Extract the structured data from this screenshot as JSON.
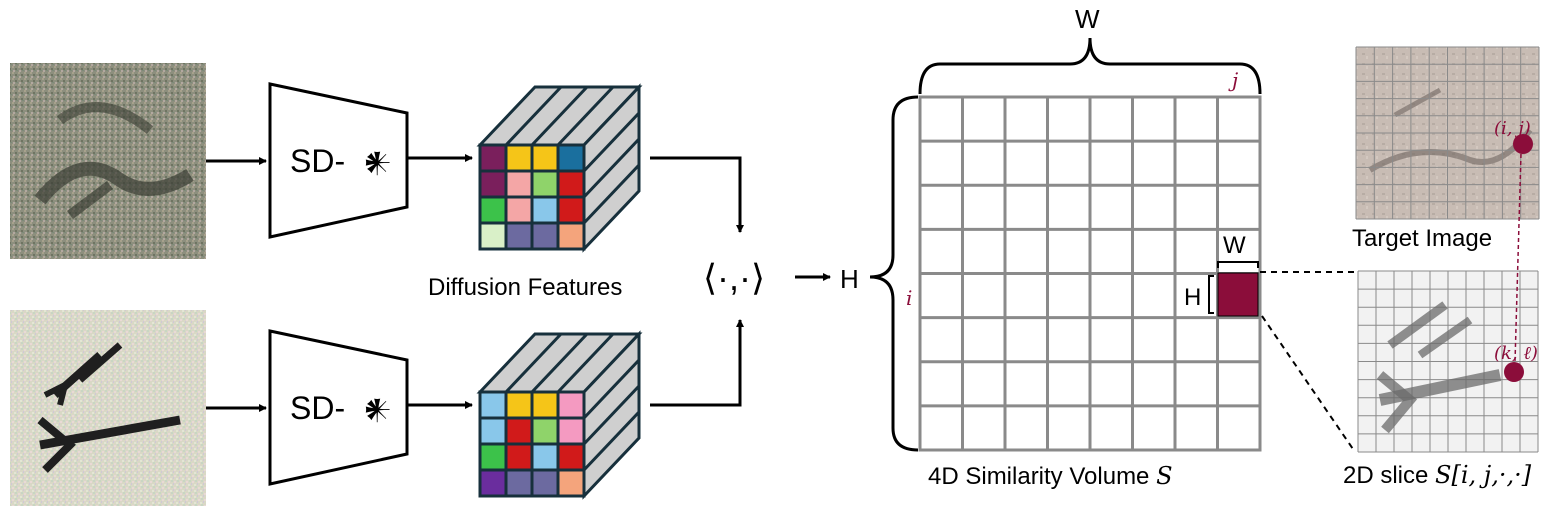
{
  "encoder": {
    "label": "SD-",
    "glyph": "𒀭"
  },
  "features_label": "Diffusion Features",
  "inner_product": "⟨·,·⟩",
  "volume": {
    "width_label": "W",
    "height_label": "H",
    "index_i": "i",
    "index_j": "j",
    "cell_width_label": "W",
    "cell_height_label": "H",
    "caption_text": "4D Similarity Volume ",
    "caption_symbol": "S",
    "rows": 8,
    "cols": 8
  },
  "target_image": {
    "label": "Target Image",
    "point_label": "(i, j)"
  },
  "slice": {
    "caption_text": "2D slice ",
    "caption_symbol": "S[i, j,·,·]",
    "point_label": "(k, ℓ)"
  },
  "cube_top": {
    "rows": [
      [
        "#7a1f5c",
        "#f5c518",
        "#f5c518",
        "#1a6f9e"
      ],
      [
        "#7a1f5c",
        "#f4a6a6",
        "#8fd36a",
        "#d11a1a"
      ],
      [
        "#3cc24a",
        "#f4a6a6",
        "#89c7ea",
        "#d11a1a"
      ],
      [
        "#d9f0c8",
        "#6c6aa0",
        "#6c6aa0",
        "#f4a47c"
      ]
    ]
  },
  "cube_bottom": {
    "rows": [
      [
        "#89c7ea",
        "#f5c518",
        "#f5c518",
        "#f49ac1"
      ],
      [
        "#89c7ea",
        "#d11a1a",
        "#8fd36a",
        "#f49ac1"
      ],
      [
        "#3cc24a",
        "#d11a1a",
        "#89c7ea",
        "#d11a1a"
      ],
      [
        "#6a2d9e",
        "#6c6aa0",
        "#6c6aa0",
        "#f4a47c"
      ]
    ]
  },
  "colors": {
    "accent": "#8b0d3a",
    "grid": "#8a8a8a",
    "line": "#000000"
  }
}
